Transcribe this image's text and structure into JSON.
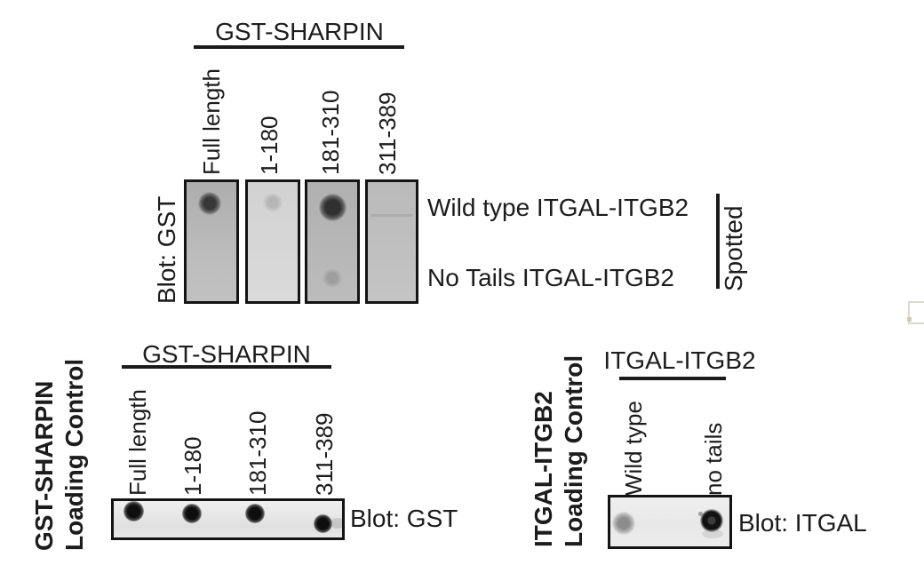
{
  "colors": {
    "ink": "#1c1c1c",
    "panel_border": "#141414",
    "panel_gray_dark": "#b5b5b5",
    "panel_gray_light": "#d5d5d5",
    "loading_panel_gray": "#eaeaea"
  },
  "top_panel": {
    "title": "GST-SHARPIN",
    "blot_label": "Blot: GST",
    "lane_labels": [
      "Full length",
      "1-180",
      "181-310",
      "311-389"
    ],
    "row_labels": [
      "Wild type ITGAL-ITGB2",
      "No Tails ITGAL-ITGB2"
    ],
    "bracket_label": "Spotted",
    "spots": [
      {
        "lane": "Full length",
        "row": "Wild type ITGAL-ITGB2",
        "intensity": "strong"
      },
      {
        "lane": "1-180",
        "row": "Wild type ITGAL-ITGB2",
        "intensity": "very faint"
      },
      {
        "lane": "181-310",
        "row": "Wild type ITGAL-ITGB2",
        "intensity": "strong"
      },
      {
        "lane": "181-310",
        "row": "No Tails ITGAL-ITGB2",
        "intensity": "faint"
      },
      {
        "lane": "311-389",
        "row": "Wild type ITGAL-ITGB2",
        "intensity": "none"
      }
    ]
  },
  "gst_loading_control": {
    "side_label_line1": "GST-SHARPIN",
    "side_label_line2": "Loading Control",
    "title": "GST-SHARPIN",
    "lane_labels": [
      "Full length",
      "1-180",
      "181-310",
      "311-389"
    ],
    "blot_label": "Blot: GST",
    "spot_intensities": [
      "strong",
      "strong",
      "strong",
      "strong"
    ]
  },
  "itgal_loading_control": {
    "side_label_line1": "ITGAL-ITGB2",
    "side_label_line2": "Loading Control",
    "title": "ITGAL-ITGB2",
    "lane_labels": [
      "Wild type",
      "no tails"
    ],
    "blot_label": "Blot: ITGAL",
    "spot_intensities": [
      "medium gray",
      "strong dark ring"
    ]
  }
}
